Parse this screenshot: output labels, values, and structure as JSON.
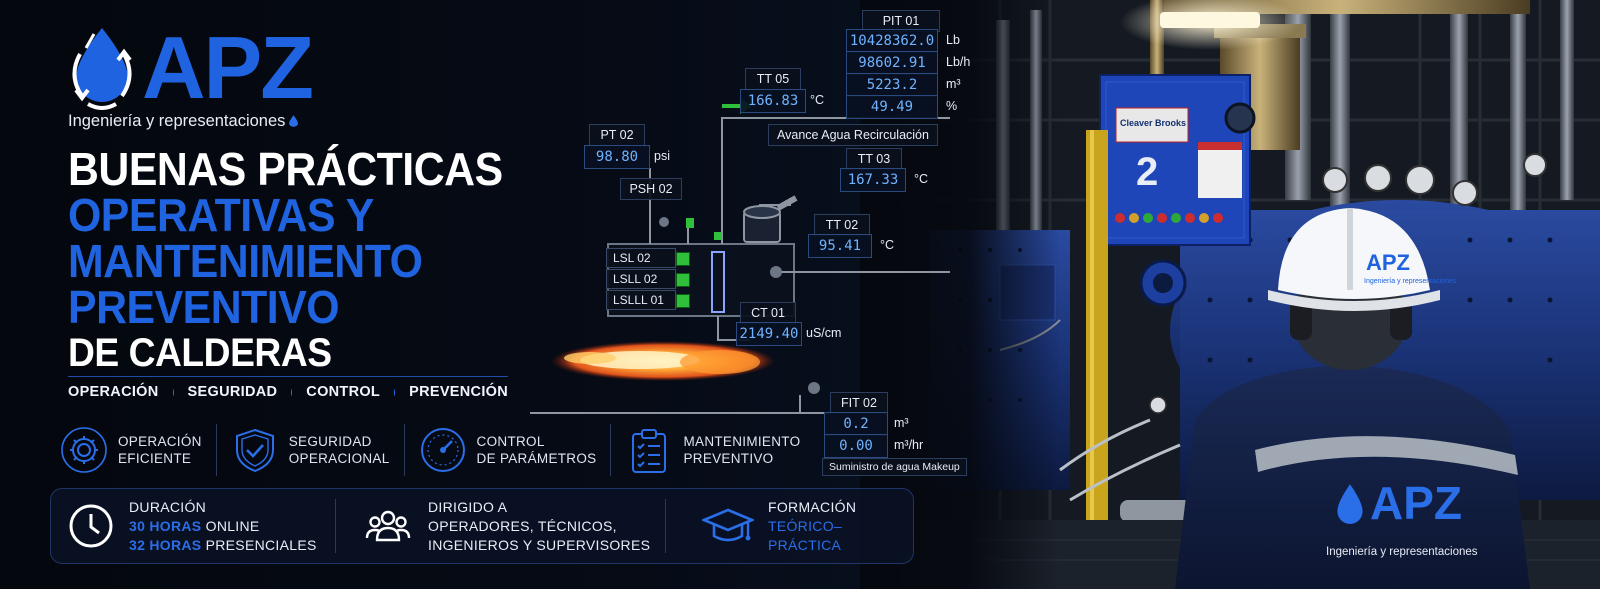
{
  "brand": {
    "logo_text": "APZ",
    "tagline": "Ingeniería y representaciones",
    "primary_color": "#1f63e0",
    "accent_color": "#2a6ee8"
  },
  "headline": {
    "line1": "BUENAS PRÁCTICAS",
    "line2": "OPERATIVAS Y",
    "line3": "MANTENIMIENTO",
    "line4": "PREVENTIVO",
    "line5": "DE CALDERAS"
  },
  "keywords": [
    "OPERACIÓN",
    "SEGURIDAD",
    "CONTROL",
    "PREVENCIÓN"
  ],
  "features": [
    {
      "icon": "gear-icon",
      "line1": "OPERACIÓN",
      "line2": "EFICIENTE"
    },
    {
      "icon": "shield-check-icon",
      "line1": "SEGURIDAD",
      "line2": "OPERACIONAL"
    },
    {
      "icon": "gauge-icon",
      "line1": "CONTROL",
      "line2": "DE PARÁMETROS"
    },
    {
      "icon": "checklist-icon",
      "line1": "MANTENIMIENTO",
      "line2": "PREVENTIVO"
    }
  ],
  "info": {
    "duration": {
      "icon": "clock-icon",
      "title": "DURACIÓN",
      "hours_online": "30 HORAS",
      "online_label": "ONLINE",
      "hours_onsite": "32 HORAS",
      "onsite_label": "PRESENCIALES"
    },
    "audience": {
      "icon": "users-icon",
      "title": "DIRIGIDO A",
      "line1": "OPERADORES, TÉCNICOS,",
      "line2": "INGENIEROS Y SUPERVISORES"
    },
    "training": {
      "icon": "graduation-cap-icon",
      "title": "FORMACIÓN",
      "type": "TEÓRICO–PRÁCTICA"
    }
  },
  "instruments": {
    "pit01": {
      "tag": "PIT 01",
      "values": [
        {
          "value": "10428362.0",
          "unit": "Lb"
        },
        {
          "value": "98602.91",
          "unit": "Lb/h"
        },
        {
          "value": "5223.2",
          "unit": "m³"
        },
        {
          "value": "49.49",
          "unit": "%"
        }
      ]
    },
    "tt05": {
      "tag": "TT 05",
      "value": "166.83",
      "unit": "°C"
    },
    "pt02": {
      "tag": "PT 02",
      "value": "98.80",
      "unit": "psi"
    },
    "psh02": {
      "tag": "PSH 02"
    },
    "recirc": {
      "label": "Avance Agua Recirculación"
    },
    "tt03": {
      "tag": "TT 03",
      "value": "167.33",
      "unit": "°C"
    },
    "tt02": {
      "tag": "TT 02",
      "value": "95.41",
      "unit": "°C"
    },
    "level_switches": [
      "LSL 02",
      "LSLL 02",
      "LSLLL 01"
    ],
    "ct01": {
      "tag": "CT 01",
      "value": "2149.40",
      "unit": "uS/cm"
    },
    "fit02": {
      "tag": "FIT 02",
      "values": [
        {
          "value": "0.2",
          "unit": "m³"
        },
        {
          "value": "0.00",
          "unit": "m³/hr"
        }
      ],
      "label": "Suministro de agua Makeup"
    }
  },
  "boiler": {
    "brand_plate": "Cleaver Brooks",
    "unit_number": "2",
    "helmet_logo": "APZ",
    "helmet_tagline": "Ingeniería y representaciones",
    "jacket_logo": "APZ",
    "jacket_tagline": "Ingeniería y representaciones"
  }
}
